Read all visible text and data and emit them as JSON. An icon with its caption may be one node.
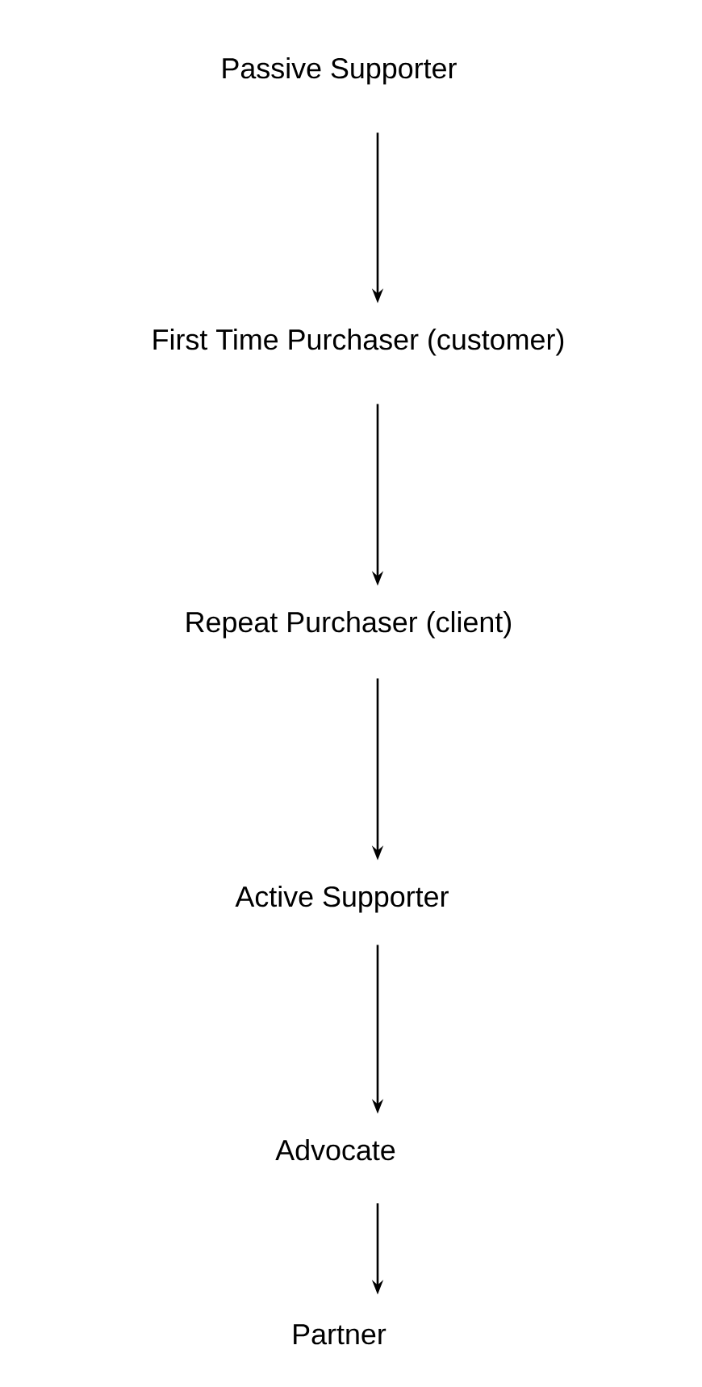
{
  "diagram": {
    "nodes": [
      {
        "text": [
          "Passive Supporter"
        ]
      },
      {
        "text": [
          "First Time Purchaser (customer)"
        ]
      },
      {
        "text": [
          "Repeat Purchaser (client)"
        ]
      },
      {
        "text": [
          "Active Supporter"
        ]
      },
      {
        "text": [
          "Advocate"
        ]
      },
      {
        "text": [
          "Partner"
        ]
      }
    ],
    "edges": [
      {
        "from": 0,
        "to": 1,
        "arrow": "to"
      },
      {
        "from": 1,
        "to": 2,
        "arrow": "to"
      },
      {
        "from": 2,
        "to": 3,
        "arrow": "to"
      },
      {
        "from": 3,
        "to": 4,
        "arrow": "to"
      },
      {
        "from": 4,
        "to": 5,
        "arrow": "to"
      }
    ]
  }
}
